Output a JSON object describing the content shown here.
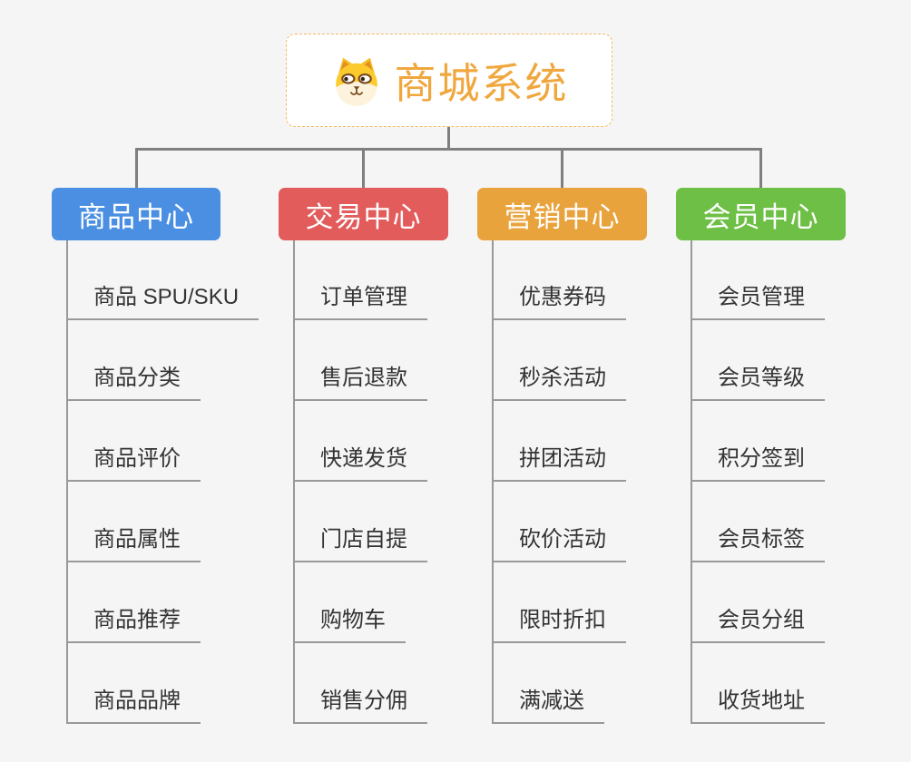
{
  "app": {
    "background_color": "#f5f5f5",
    "connector_color": "#7f7f7f",
    "spine_color": "#999999",
    "leaf_text_color": "#333333"
  },
  "root": {
    "title": "商城系统",
    "icon": "dog-face-icon",
    "text_color": "#f0a73e",
    "border_color": "#f2b860",
    "background": "#ffffff"
  },
  "branches": [
    {
      "label": "商品中心",
      "color": "#4b8fe2",
      "items": [
        "商品 SPU/SKU",
        "商品分类",
        "商品评价",
        "商品属性",
        "商品推荐",
        "商品品牌"
      ]
    },
    {
      "label": "交易中心",
      "color": "#e25c5c",
      "items": [
        "订单管理",
        "售后退款",
        "快递发货",
        "门店自提",
        "购物车",
        "销售分佣"
      ]
    },
    {
      "label": "营销中心",
      "color": "#e9a33c",
      "items": [
        "优惠券码",
        "秒杀活动",
        "拼团活动",
        "砍价活动",
        "限时折扣",
        "满减送"
      ]
    },
    {
      "label": "会员中心",
      "color": "#6ebf45",
      "items": [
        "会员管理",
        "会员等级",
        "积分签到",
        "会员标签",
        "会员分组",
        "收货地址"
      ]
    }
  ]
}
